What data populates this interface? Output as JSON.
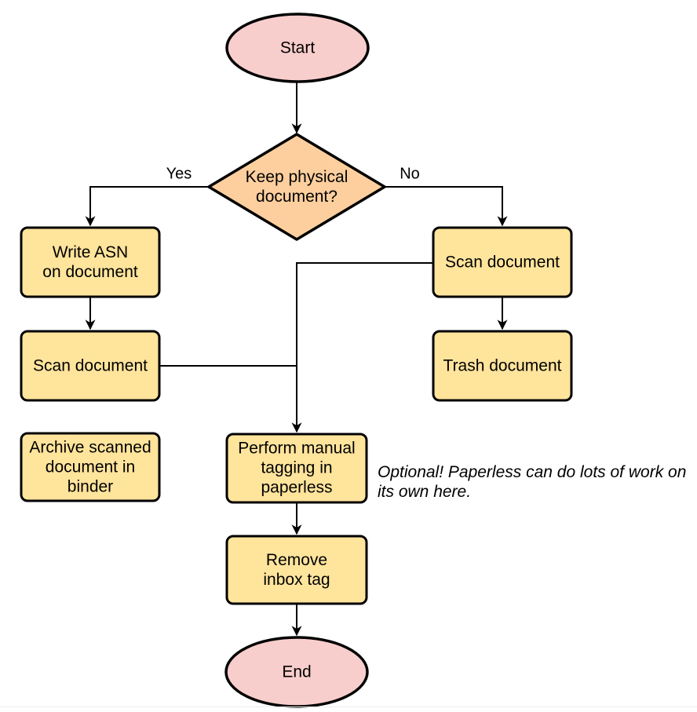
{
  "colors": {
    "background": "#ffffff",
    "terminal_fill": "#f8cecc",
    "decision_fill": "#fdcf9e",
    "process_fill": "#ffe49c",
    "stroke": "#000000",
    "connector": "#000000",
    "divider": "#ececec"
  },
  "diagram": {
    "nodes": {
      "start": {
        "label": "Start"
      },
      "decision": {
        "line1": "Keep physical",
        "line2": "document?"
      },
      "write_asn": {
        "line1": "Write ASN",
        "line2": "on document"
      },
      "scan_left": {
        "label": "Scan document"
      },
      "archive": {
        "line1": "Archive scanned",
        "line2": "document in",
        "line3": "binder"
      },
      "scan_right": {
        "label": "Scan document"
      },
      "trash": {
        "label": "Trash document"
      },
      "tagging": {
        "line1": "Perform manual",
        "line2": "tagging in",
        "line3": "paperless"
      },
      "remove_tag": {
        "line1": "Remove",
        "line2": "inbox tag"
      },
      "end": {
        "label": "End"
      }
    },
    "edge_labels": {
      "yes": "Yes",
      "no": "No"
    },
    "note": {
      "line1": "Optional! Paperless can do lots of work on",
      "line2": "its own here."
    }
  }
}
